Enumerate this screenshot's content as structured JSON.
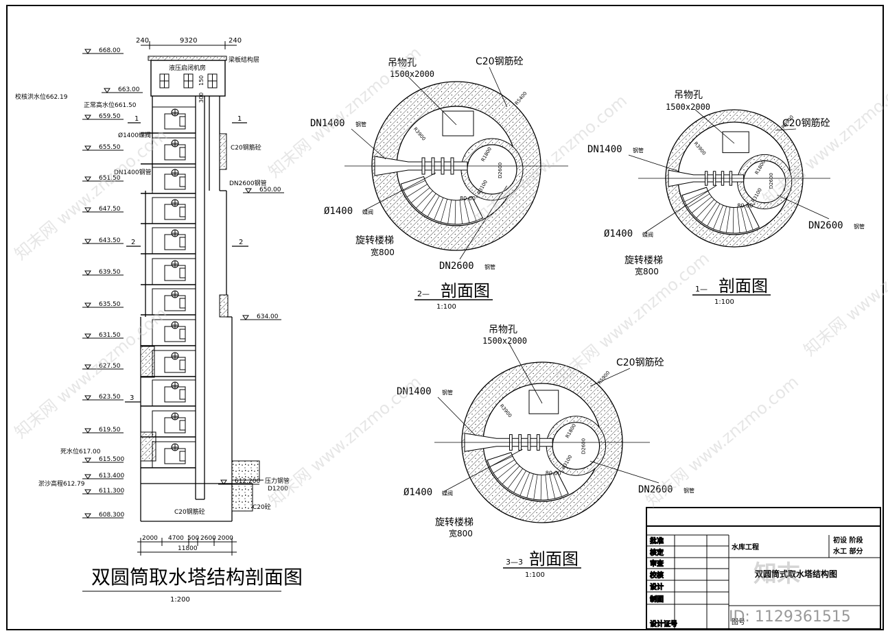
{
  "drawing": {
    "main_title": "双圆筒取水塔结构剖面图",
    "main_scale": "1:200",
    "watermark_site": "www.znzmo.com",
    "watermark_brand": "知末网",
    "id_text": "ID: 1129361515"
  },
  "elevation": {
    "top_dims": [
      "240",
      "9320",
      "240"
    ],
    "levels": [
      "668.00",
      "663.00",
      "659.50",
      "655.50",
      "651.50",
      "647.50",
      "643.50",
      "639.50",
      "635.50",
      "631.50",
      "627.50",
      "623.50",
      "619.50",
      "615.500",
      "613.400",
      "611.300",
      "608.300",
      "650.00",
      "634.00",
      "612.200"
    ],
    "notes": {
      "roof": "梁板结构层",
      "machine_room": "液压启闭机房",
      "flood_level": "校核洪水位662.19",
      "normal_level": "正常高水位661.50",
      "dead_level": "死水位617.00",
      "silt_level": "淤沙高程612.79",
      "valve": "Ø1400蝶阀",
      "pipe_left": "DN1400钢管",
      "concrete_right": "C20钢筋砼",
      "pipe_right": "DN2600钢管",
      "pressure_pipe": "压力钢管",
      "pressure_dia": "D1200",
      "bottom_concrete": "C20钢筋砼",
      "c20_right": "C20砼",
      "dim_300": "300",
      "dim_150": "150"
    },
    "section_marks": [
      "1",
      "2",
      "3"
    ],
    "bottom_dims": [
      "2000",
      "4700",
      "500",
      "2600",
      "2000"
    ],
    "bottom_total": "11800"
  },
  "sections": [
    {
      "id": "2-2",
      "title": "剖面图",
      "number": "2—",
      "scale": "1:100",
      "hoist": "吊物孔",
      "hoist_size": "1500x2000",
      "concrete": "C20钢筋砼",
      "pipe_in": "DN1400",
      "pipe_in_unit": "钢管",
      "valve": "Ø1400",
      "valve_unit": "蝶阀",
      "stair": "旋转楼梯",
      "stair_width": "宽800",
      "pipe_out": "DN2600",
      "pipe_out_unit": "钢管",
      "angle": "80.00°",
      "r_outer": "R5400",
      "r_inner": "R3900",
      "r_small": "R1800",
      "r_small2": "R3100",
      "d_small": "D2600"
    },
    {
      "id": "1-1",
      "title": "剖面图",
      "number": "1—",
      "scale": "1:100",
      "hoist": "吊物孔",
      "hoist_size": "1500x2000",
      "concrete": "C20钢筋砼",
      "pipe_in": "DN1400",
      "pipe_in_unit": "钢管",
      "valve": "Ø1400",
      "valve_unit": "蝶阀",
      "stair": "旋转楼梯",
      "stair_width": "宽800",
      "pipe_out": "DN2600",
      "pipe_out_unit": "钢管",
      "angle": "80.00°",
      "r_outer": "R4900",
      "r_inner": "R3900",
      "r_small": "R1800",
      "r_small2": "R3100",
      "d_small": "D2600"
    },
    {
      "id": "3-3",
      "title": "剖面图",
      "number": "3—3",
      "scale": "1:100",
      "hoist": "吊物孔",
      "hoist_size": "1500x2000",
      "concrete": "C20钢筋砼",
      "pipe_in": "DN1400",
      "pipe_in_unit": "钢管",
      "valve": "Ø1400",
      "valve_unit": "蝶阀",
      "stair": "旋转楼梯",
      "stair_width": "宽800",
      "pipe_out": "DN2600",
      "pipe_out_unit": "钢管",
      "angle": "80.00°",
      "r_outer": "R5900",
      "r_inner": "R3900",
      "r_small": "R1800",
      "r_small2": "R3100",
      "d_small": "D2600"
    }
  ],
  "title_block": {
    "rows": [
      "批准",
      "核定",
      "审查",
      "校核",
      "设计",
      "制图",
      "设计证号"
    ],
    "project": "水库工程",
    "stage_label": "初设 阶段",
    "dept_label": "水工 部分",
    "drawing_name": "双圆筒式取水塔结构图",
    "drawing_no_label": "图号",
    "logo": "知末"
  }
}
